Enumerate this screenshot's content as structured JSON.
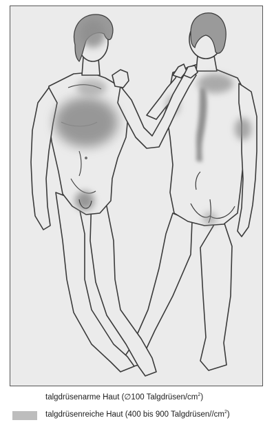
{
  "figure": {
    "body_fill": "#ebebeb",
    "outline_color": "#3a3a3a",
    "sebaceous_rich_color": "#8f8f8f",
    "hair_color": "#9a9a9a"
  },
  "legend": [
    {
      "text_before": "talgdrüsenarme Haut (∅100 Talgdrüsen/cm",
      "sup": "2",
      "text_after": ")",
      "swatch": false
    },
    {
      "text_before": "talgdrüsenreiche Haut (400 bis 900 Talgdrüsen//cm",
      "sup": "2",
      "text_after": ")",
      "swatch": true,
      "swatch_color": "#bdbdbd"
    }
  ]
}
